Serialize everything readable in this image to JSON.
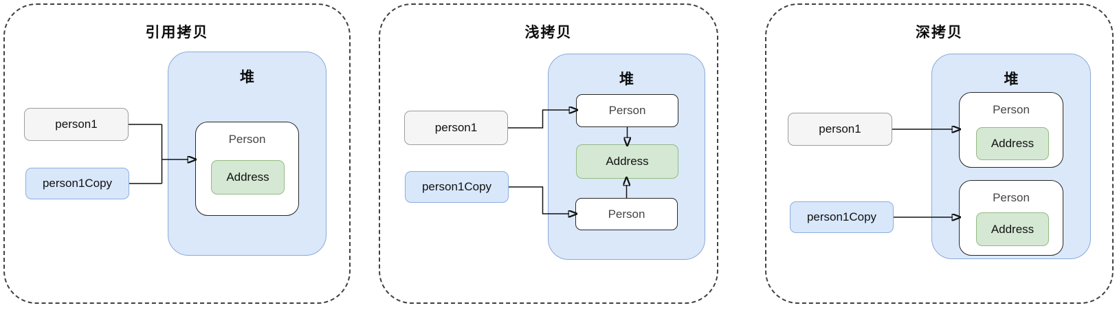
{
  "panels": [
    {
      "title": "引用拷贝",
      "heap": {
        "label": "堆",
        "objects": [
          {
            "label": "Person",
            "address": {
              "label": "Address"
            }
          }
        ]
      },
      "variables": [
        {
          "label": "person1"
        },
        {
          "label": "person1Copy"
        }
      ]
    },
    {
      "title": "浅拷贝",
      "heap": {
        "label": "堆",
        "objects": [
          {
            "label": "Person"
          },
          {
            "label": "Person"
          }
        ],
        "shared_address": {
          "label": "Address"
        }
      },
      "variables": [
        {
          "label": "person1"
        },
        {
          "label": "person1Copy"
        }
      ]
    },
    {
      "title": "深拷贝",
      "heap": {
        "label": "堆",
        "objects": [
          {
            "label": "Person",
            "address": {
              "label": "Address"
            }
          },
          {
            "label": "Person",
            "address": {
              "label": "Address"
            }
          }
        ]
      },
      "variables": [
        {
          "label": "person1"
        },
        {
          "label": "person1Copy"
        }
      ]
    }
  ],
  "colors": {
    "heap_fill": "#dbe8fa",
    "heap_stroke": "#8aa9d8",
    "object_fill": "#ffffff",
    "object_stroke": "#262626",
    "address_fill": "#d5e8d4",
    "address_stroke": "#93ba80",
    "var_plain_fill": "#f5f5f5",
    "var_plain_stroke": "#9c9c9c",
    "var_copy_fill": "#d9e7fb",
    "var_copy_stroke": "#8cadde",
    "connector": "#111111",
    "panel_border": "#3f3f3f"
  }
}
